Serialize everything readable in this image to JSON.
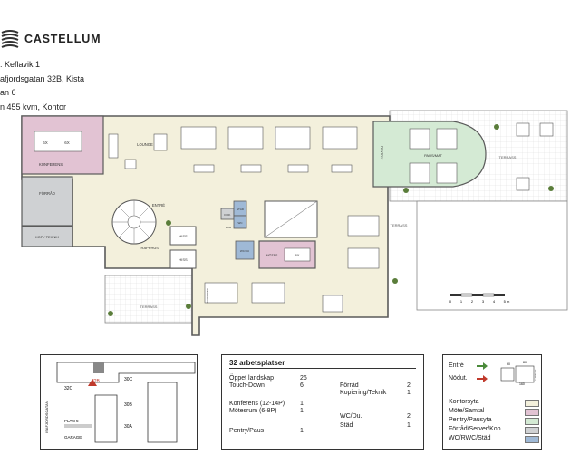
{
  "brand": {
    "name": "CASTELLUM"
  },
  "property": {
    "line1": ": Keflavik 1",
    "line2": "afjordsgatan 32B, Kista",
    "line3": "an 6",
    "line4": "n 455 kvm, Kontor"
  },
  "rooms": {
    "konferens": "KONFERENS",
    "forrad": "FÖRRÅD",
    "kop_teknik": "KOP / TEKNIK",
    "lounge": "LOUNGE",
    "entre": "ENTRÉ",
    "trapphus": "TRAPPHUS",
    "hiss_1": "HISS",
    "hiss_2": "HISS",
    "forrad_small": "FÖR.",
    "wc": "WC",
    "wc_du": "WC/DU",
    "stad": "STÄD",
    "hkr": "HKR",
    "motes": "MÖTES",
    "motes_num": "8X",
    "pentry": "PENTRY",
    "paus_mat": "PAUS/MAT",
    "terrass_1": "TERRASS",
    "terrass_2": "TERRASS",
    "terrass_3": "TERRASS",
    "kopiering": "KOPIERING"
  },
  "conf_seats": [
    "6X",
    "6X"
  ],
  "scale_labels": [
    "0",
    "1",
    "2",
    "3",
    "4",
    "5 m"
  ],
  "keymap": {
    "building_labels": [
      "32C",
      "32B",
      "30C",
      "30B",
      "30A"
    ],
    "street": "ISAFJORDSGATAN",
    "plan_label": "PLAN 6",
    "garage": "GARAGE"
  },
  "specs": {
    "title": "32 arbetsplatser",
    "rows": [
      {
        "label": "Öppet landskap",
        "value": "26"
      },
      {
        "label": "Touch-Down",
        "value": "6"
      },
      {
        "label": "Konferens (12-14P)",
        "value": "1"
      },
      {
        "label": "Mötesrum (6-8P)",
        "value": "1"
      },
      {
        "label": "Pentry/Paus",
        "value": "1"
      }
    ],
    "rows_right": [
      {
        "label": "Förråd",
        "value": "2"
      },
      {
        "label": "Kopiering/Teknik",
        "value": "1"
      },
      {
        "label": "WC/Du.",
        "value": "2"
      },
      {
        "label": "Städ",
        "value": "1"
      }
    ]
  },
  "legend": {
    "entry": "Entré",
    "emergency": "Nödut.",
    "dims": [
      "90",
      "80",
      "160",
      "≥ 160 cm"
    ],
    "items": [
      {
        "label": "Kontorsyta",
        "color": "#f3f0dc"
      },
      {
        "label": "Möte/Samtal",
        "color": "#e2c3d3"
      },
      {
        "label": "Pentry/Pausyta",
        "color": "#d4ead4"
      },
      {
        "label": "Förråd/Server/Kop",
        "color": "#cfd1d3"
      },
      {
        "label": "WC/RWC/Städ",
        "color": "#9fb9d6"
      }
    ]
  },
  "colors": {
    "office": "#f3f0dc",
    "meeting": "#e2c3d3",
    "pentry": "#d4ead4",
    "storage": "#cfd1d3",
    "wc": "#9fb9d6",
    "wall": "#5a5a5a",
    "terrace_hatch": "#d8d8d8"
  },
  "icons": [
    "castellum-logo-icon",
    "entry-arrow-icon",
    "emergency-exit-arrow-icon",
    "spiral-stair-icon",
    "elevator-icon",
    "north-arrow-icon",
    "desk-icon",
    "plant-icon",
    "chair-icon"
  ]
}
